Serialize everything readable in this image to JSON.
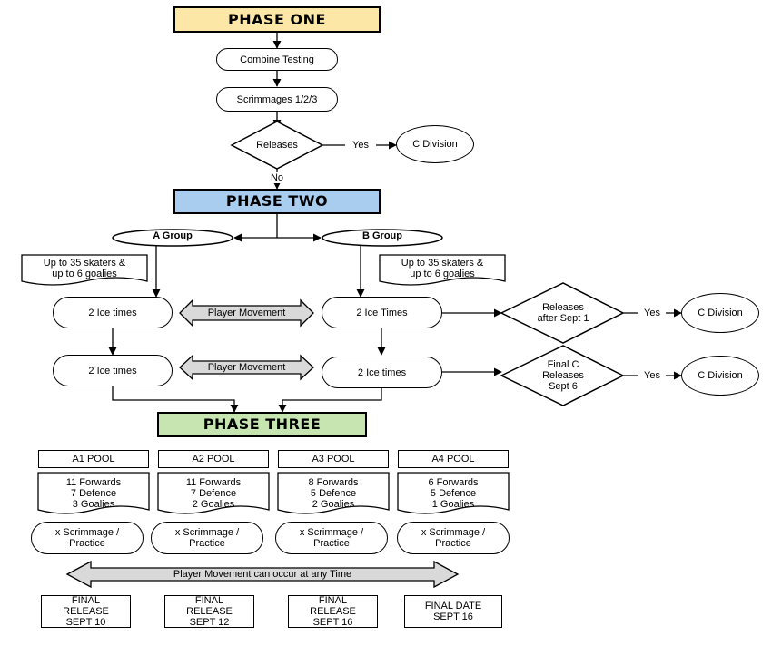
{
  "colors": {
    "phase_one": "#fce7a6",
    "phase_two": "#a9cdef",
    "phase_three": "#c6e5b1",
    "arrow_fill": "#d9d9d9",
    "stroke": "#000000"
  },
  "phase_one": {
    "title": "PHASE ONE",
    "combine": "Combine Testing",
    "scrimmages": "Scrimmages 1/2/3",
    "releases": "Releases",
    "yes": "Yes",
    "no": "No",
    "c_division": "C Division"
  },
  "phase_two": {
    "title": "PHASE TWO",
    "a_group": "A Group",
    "b_group": "B Group",
    "a_note": "Up to 35 skaters &\nup to 6 goalies",
    "b_note": "Up to 35 skaters &\nup to 6 goalies",
    "a_ice1": "2 Ice times",
    "a_ice2": "2 Ice times",
    "b_ice1": "2 Ice Times",
    "b_ice2": "2 Ice times",
    "player_movement_1": "Player Movement",
    "player_movement_2": "Player Movement",
    "decision1": "Releases\nafter Sept 1",
    "decision2": "Final C\nReleases\nSept 6",
    "yes1": "Yes",
    "yes2": "Yes",
    "c_division_1": "C Division",
    "c_division_2": "C Division"
  },
  "phase_three": {
    "title": "PHASE THREE",
    "pools": [
      {
        "name": "A1 POOL",
        "roster": "11 Forwards\n7 Defence\n3 Goalies",
        "activity": "x Scrimmage /\nPractice",
        "final": "FINAL\nRELEASE\nSEPT 10"
      },
      {
        "name": "A2 POOL",
        "roster": "11 Forwards\n7 Defence\n2 Goalies",
        "activity": "x Scrimmage /\nPractice",
        "final": "FINAL\nRELEASE\nSEPT 12"
      },
      {
        "name": "A3 POOL",
        "roster": "8 Forwards\n5 Defence\n2 Goalies",
        "activity": "x Scrimmage /\nPractice",
        "final": "FINAL\nRELEASE\nSEPT 16"
      },
      {
        "name": "A4 POOL",
        "roster": "6 Forwards\n5 Defence\n1 Goalies",
        "activity": "x Scrimmage /\nPractice",
        "final": "FINAL DATE\nSEPT 16"
      }
    ],
    "movement_note": "Player Movement can occur at any Time"
  }
}
